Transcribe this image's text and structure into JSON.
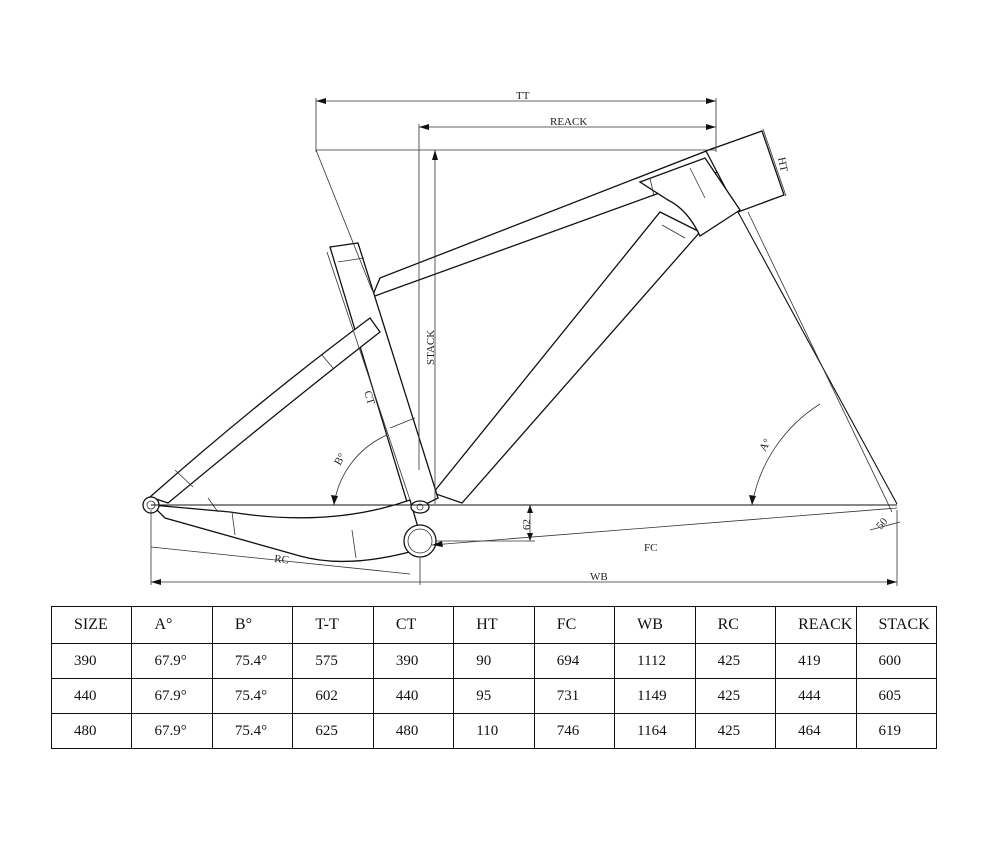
{
  "diagram": {
    "labels": {
      "tt": "TT",
      "reack": "REACK",
      "ht": "HT",
      "stack": "STACK",
      "ct": "CT",
      "b_angle": "B°",
      "a_angle": "A°",
      "bb_drop": "62",
      "fork_offset": "50",
      "fc": "FC",
      "rc": "RC",
      "wb": "WB"
    }
  },
  "table": {
    "headers": [
      "SIZE",
      "A°",
      "B°",
      "T-T",
      "CT",
      "HT",
      "FC",
      "WB",
      "RC",
      "REACK",
      "STACK"
    ],
    "rows": [
      [
        "390",
        "67.9°",
        "75.4°",
        "575",
        "390",
        "90",
        "694",
        "1112",
        "425",
        "419",
        "600"
      ],
      [
        "440",
        "67.9°",
        "75.4°",
        "602",
        "440",
        "95",
        "731",
        "1149",
        "425",
        "444",
        "605"
      ],
      [
        "480",
        "67.9°",
        "75.4°",
        "625",
        "480",
        "110",
        "746",
        "1164",
        "425",
        "464",
        "619"
      ]
    ]
  }
}
